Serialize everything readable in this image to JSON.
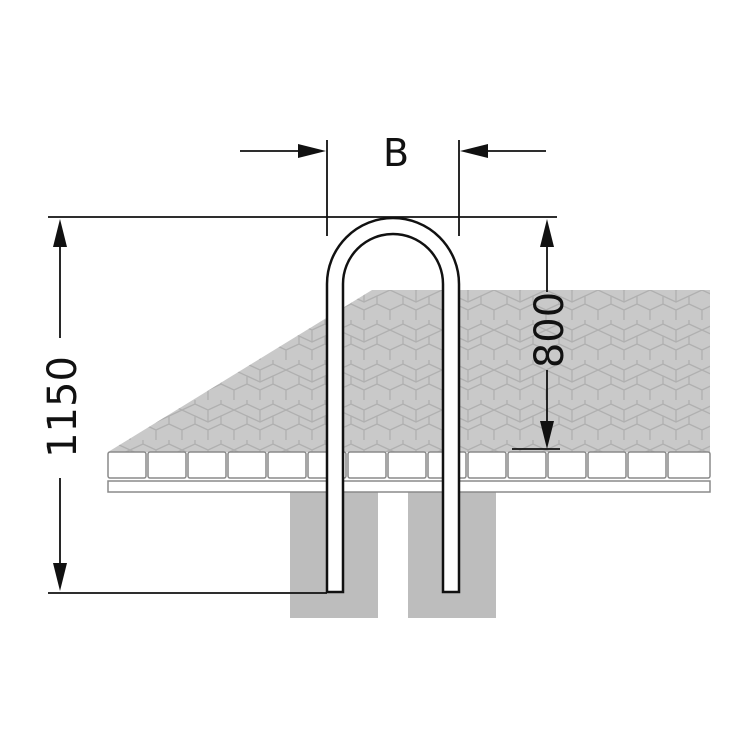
{
  "dimensions": {
    "width_label": "B",
    "total_height": "1150",
    "above_ground_height": "800"
  },
  "colors": {
    "line": "#111111",
    "paving": "#c9c9c9",
    "paving_pattern": "#b4b4b4",
    "foundation": "#bdbdbd",
    "background": "#ffffff"
  }
}
